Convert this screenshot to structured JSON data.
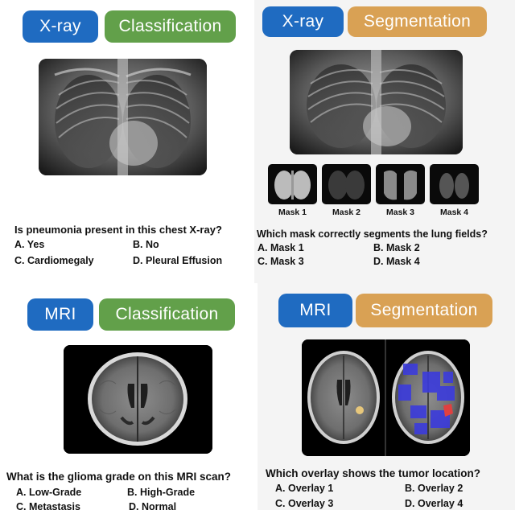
{
  "panels": {
    "xray_classification": {
      "modality": "X-ray",
      "task": "Classification",
      "question": "Is pneumonia present in this chest X-ray?",
      "options": [
        "A. Yes",
        "B. No",
        "C. Cardiomegaly",
        "D. Pleural Effusion"
      ]
    },
    "xray_segmentation": {
      "modality": "X-ray",
      "task": "Segmentation",
      "masks": [
        "Mask 1",
        "Mask 2",
        "Mask 3",
        "Mask 4"
      ],
      "question": "Which mask correctly segments the lung fields?",
      "options": [
        "A. Mask 1",
        "B. Mask 2",
        "C. Mask 3",
        "D. Mask 4"
      ]
    },
    "mri_classification": {
      "modality": "MRI",
      "task": "Classification",
      "question": "What is the glioma grade on this MRI scan?",
      "options": [
        "A. Low-Grade",
        "B. High-Grade",
        "C. Metastasis",
        "D. Normal"
      ]
    },
    "mri_segmentation": {
      "modality": "MRI",
      "task": "Segmentation",
      "question": "Which overlay shows the tumor location?",
      "options": [
        "A. Overlay 1",
        "B. Overlay 2",
        "C. Overlay 3",
        "D. Overlay 4"
      ]
    }
  },
  "colors": {
    "modality_tag": "#1f6bc1",
    "classification_tag": "#62a04a",
    "segmentation_tag": "#d9a154"
  }
}
